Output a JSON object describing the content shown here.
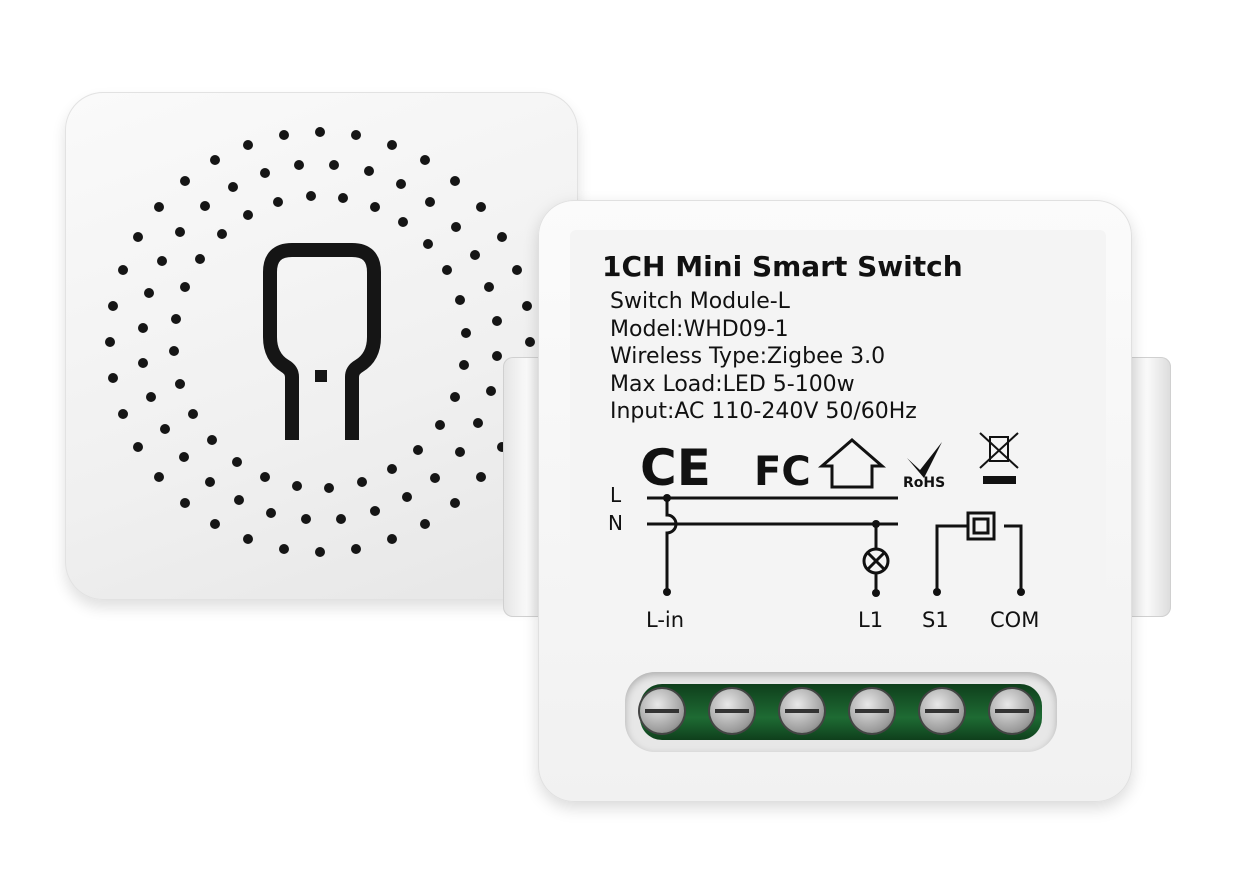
{
  "label": {
    "title": "1CH Mini Smart Switch",
    "lines": [
      "Switch Module-L",
      "Model:WHD09-1",
      "Wireless Type:Zigbee 3.0",
      "Max Load:LED 5-100w",
      "Input:AC 110-240V 50/60Hz"
    ],
    "certs": {
      "ce": "CE",
      "fcc": "FC",
      "rohs": "RoHS"
    },
    "wires": {
      "l": "L",
      "n": "N"
    },
    "terminals": [
      "L-in",
      "L1",
      "S1",
      "COM"
    ]
  }
}
